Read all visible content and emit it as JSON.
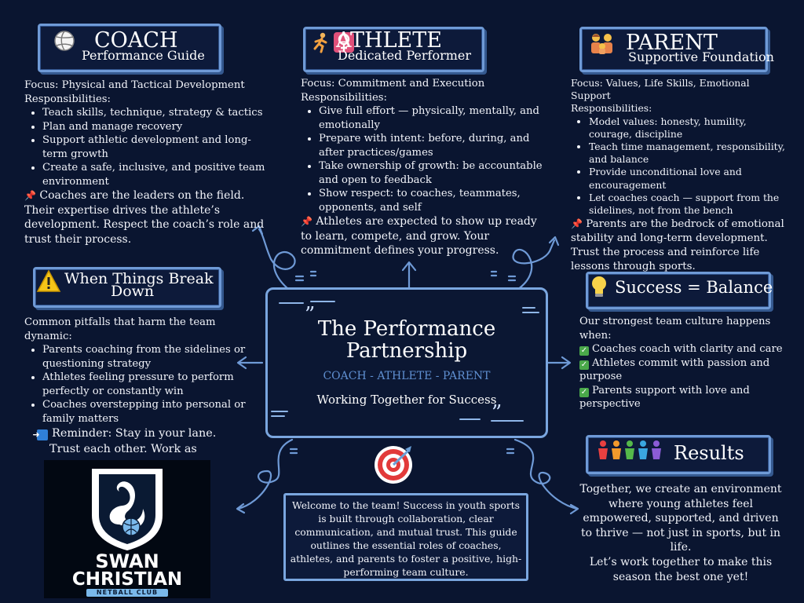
{
  "colors": {
    "background": "#0a1530",
    "accent": "#6f9ad6",
    "subtitle_blue": "#5f8fd0"
  },
  "coach": {
    "icon": "volleyball-icon",
    "title": "COACH",
    "subtitle": "Performance Guide",
    "focus": "Focus: Physical and Tactical Development",
    "resp_label": "Responsibilities:",
    "items": [
      "Teach skills, technique, strategy & tactics",
      "Plan and manage recovery",
      "Support athletic development and long-term growth",
      "Create a safe, inclusive, and positive team environment"
    ],
    "note": "Coaches are the leaders on the field. Their expertise drives the athlete’s development. Respect the coach’s role and trust their process."
  },
  "athlete": {
    "icon": "runner-icon",
    "title": "ATHLETE",
    "subtitle": "Dedicated Performer",
    "focus": "Focus: Commitment and Execution",
    "resp_label": "Responsibilities:",
    "items": [
      "Give full effort — physically, mentally, and emotionally",
      "Prepare with intent: before, during, and after practices/games",
      "Take ownership of growth: be accountable and open to feedback",
      "Show respect: to coaches, teammates, opponents, and self"
    ],
    "note": "Athletes are expected to show up ready to learn, compete, and grow. Your commitment defines your progress."
  },
  "parent": {
    "icon": "family-icon",
    "title": "PARENT",
    "subtitle": "Supportive Foundation",
    "focus": "Focus: Values, Life Skills, Emotional Support",
    "resp_label": "Responsibilities:",
    "items": [
      "Model values: honesty, humility, courage, discipline",
      "Teach time management, responsibility, and balance",
      "Provide unconditional love and encouragement",
      "Let coaches coach — support from the sidelines, not from the bench"
    ],
    "note": "Parents are the bedrock of emotional stability and long-term development. Trust the process and reinforce life lessons through sports."
  },
  "break": {
    "icon": "warning-icon",
    "title_line1": "When Things Break",
    "title_line2": "Down",
    "intro": "Common pitfalls that harm the team dynamic:",
    "items": [
      "Parents coaching from the sidelines or questioning strategy",
      "Athletes feeling pressure to perform perfectly or constantly win",
      "Coaches overstepping into personal or family matters"
    ],
    "reminder": "Reminder: Stay in your lane. Trust each other. Work as partners."
  },
  "center": {
    "title_line1": "The Performance",
    "title_line2": "Partnership",
    "roles": "COACH - ATHLETE - PARENT",
    "tagline": "Working Together for Success"
  },
  "balance": {
    "icon": "lightbulb-icon",
    "title": "Success = Balance",
    "intro": "Our strongest team culture happens when:",
    "checks": [
      "Coaches coach with clarity and care",
      "Athletes commit with passion and purpose",
      "Parents support with love and perspective"
    ]
  },
  "results": {
    "icon": "people-icon",
    "title": "Results",
    "text1": "Together, we create an environment where young athletes feel empowered, supported, and driven to thrive — not just in sports, but in life.",
    "text2": "Let’s work together to make this season the best one yet!"
  },
  "welcome": {
    "icon": "target-icon",
    "text": "Welcome to the team! Success in youth sports is built through collaboration, clear communication, and mutual trust. This guide outlines the essential roles of coaches, athletes, and parents to foster a positive, high-performing team culture."
  },
  "logo": {
    "line1": "SWAN",
    "line2": "CHRISTIAN",
    "line3": "NETBALL CLUB"
  }
}
